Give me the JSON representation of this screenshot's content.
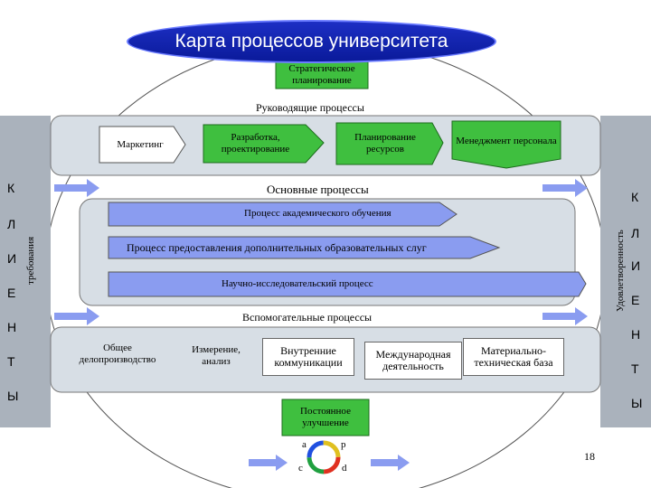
{
  "title": "Карта процессов университета",
  "strategic": {
    "label": "Стратегическое планирование"
  },
  "management": {
    "heading": "Руководящие процессы",
    "items": [
      "Маркетинг",
      "Разработка, проектирование",
      "Планирование ресурсов",
      "Менеджмент персонала"
    ]
  },
  "main": {
    "heading": "Основные процессы",
    "processes": [
      "Процесс академического обучения",
      "Процесс предоставления дополнительных образовательных слуг",
      "Научно-исследовательский процесс"
    ]
  },
  "support": {
    "heading": "Вспомогательные процессы",
    "items": [
      "Общее делопроизводство",
      "Измерение, анализ",
      "Внутренние коммуникации",
      "Международная деятельность",
      "Материально-техническая база"
    ]
  },
  "improvement": {
    "label": "Постоянное улучшение"
  },
  "pdca": {
    "a": "a",
    "p": "p",
    "c": "c",
    "d": "d"
  },
  "left": {
    "letters": [
      "К",
      "Л",
      "И",
      "Е",
      "Н",
      "Т",
      "Ы"
    ],
    "vertical_label": "требования"
  },
  "right": {
    "letters": [
      "К",
      "Л",
      "И",
      "Е",
      "Н",
      "Т",
      "Ы"
    ],
    "vertical_label": "Удовлетворенность"
  },
  "page_number": "18",
  "colors": {
    "title_bg": "#1d2fc4",
    "green": "#3fbf3f",
    "band": "#dde4ea",
    "arrow": "#8a9cf0"
  }
}
